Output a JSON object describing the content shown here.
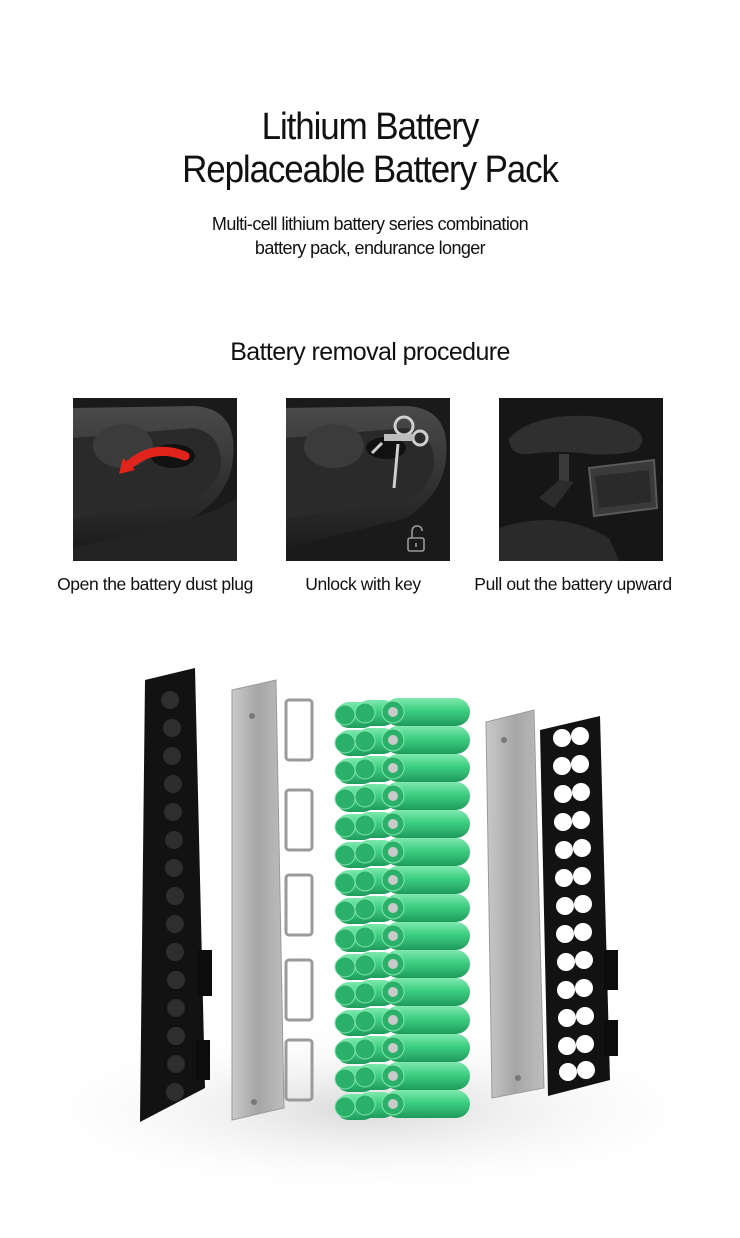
{
  "header": {
    "title_line1": "Lithium Battery",
    "title_line2": "Replaceable Battery Pack",
    "subtitle_line1": "Multi-cell lithium battery series combination",
    "subtitle_line2": "battery pack, endurance longer"
  },
  "procedure": {
    "heading": "Battery removal procedure",
    "steps": [
      {
        "caption": "Open the battery dust plug",
        "icon": "arrow-icon"
      },
      {
        "caption": "Unlock with key",
        "icon": "unlock-icon"
      },
      {
        "caption": "Pull out the battery upward",
        "icon": "seat-icon"
      }
    ]
  },
  "colors": {
    "accent_arrow": "#e0241b",
    "cell_green": "#3ecf82",
    "bracket_black": "#121212",
    "photo_bg": "#151515"
  }
}
